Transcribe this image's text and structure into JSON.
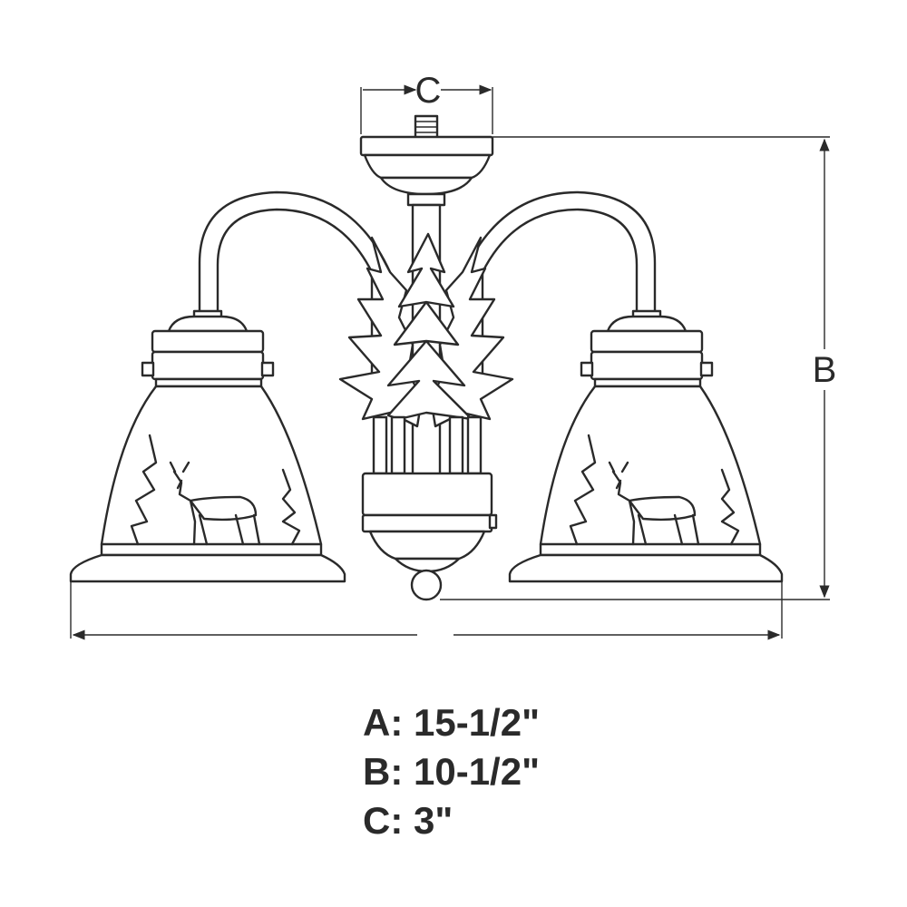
{
  "dimension_labels": {
    "width": "C",
    "height": "B"
  },
  "specs": [
    {
      "label": "A:",
      "value": "15-1/2\""
    },
    {
      "label": "B:",
      "value": "10-1/2\""
    },
    {
      "label": "C:",
      "value": "3\""
    }
  ],
  "colors": {
    "line": "#2a2a2a",
    "background": "#ffffff"
  }
}
